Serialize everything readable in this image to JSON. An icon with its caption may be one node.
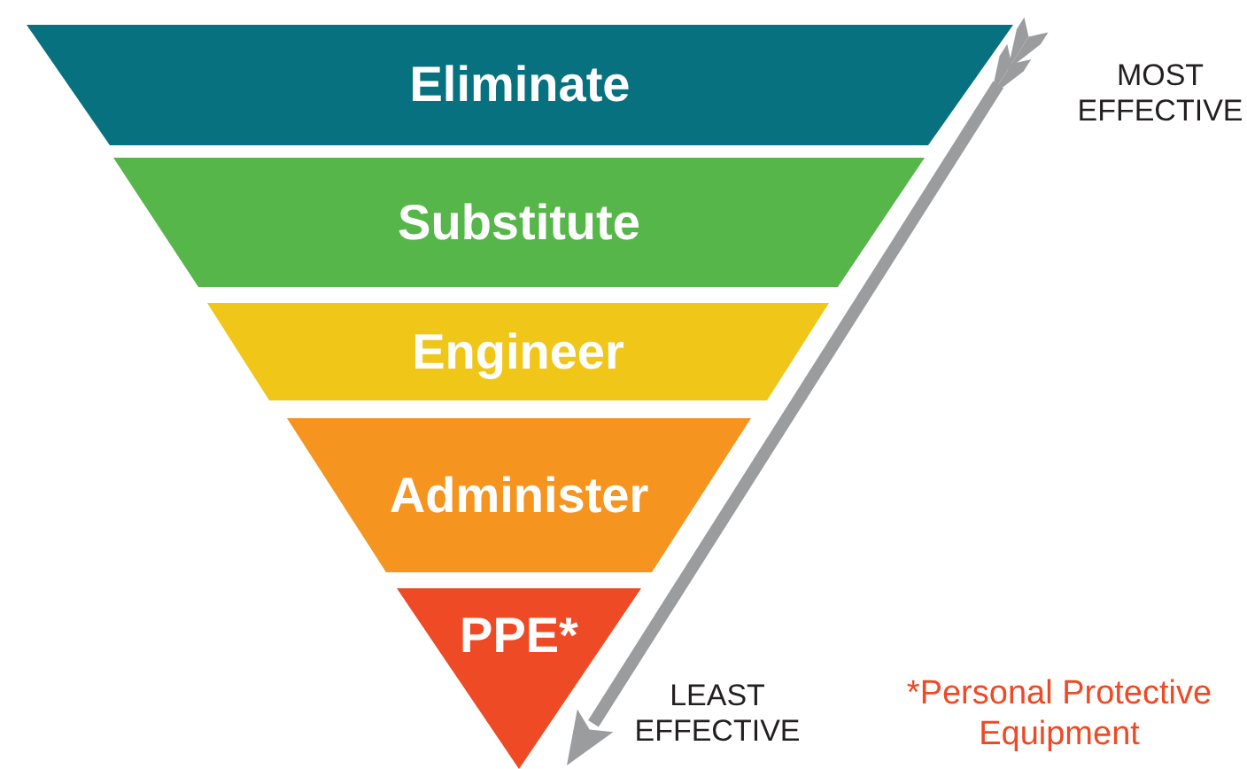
{
  "diagram": {
    "nodes": [
      {
        "text": [
          "Eliminate"
        ]
      },
      {
        "text": [
          "Substitute"
        ]
      },
      {
        "text": [
          "Engineer"
        ]
      },
      {
        "text": [
          "Administer"
        ]
      },
      {
        "text": [
          "PPE*"
        ]
      }
    ],
    "labels": [
      "MOST EFFECTIVE",
      "LEAST EFFECTIVE",
      "*Personal Protective Equipment"
    ]
  }
}
